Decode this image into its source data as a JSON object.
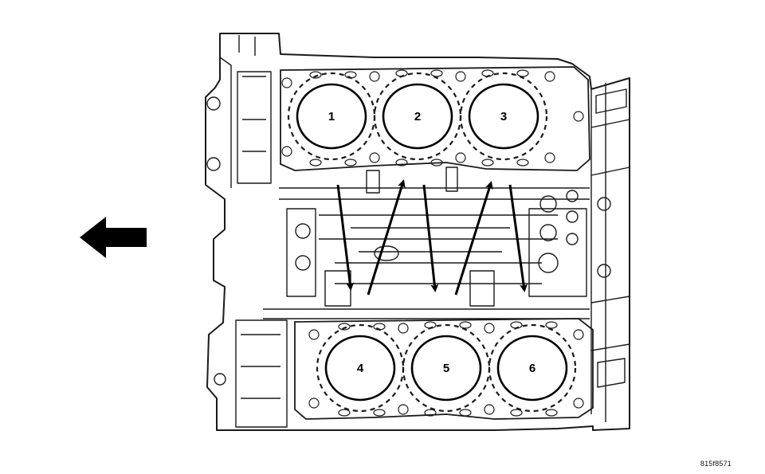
{
  "cylinders": [
    {
      "label": "1"
    },
    {
      "label": "2"
    },
    {
      "label": "3"
    },
    {
      "label": "4"
    },
    {
      "label": "5"
    },
    {
      "label": "6"
    }
  ],
  "figure_id": "815f8571",
  "icons": {
    "direction_arrow": "left-arrow-icon"
  }
}
